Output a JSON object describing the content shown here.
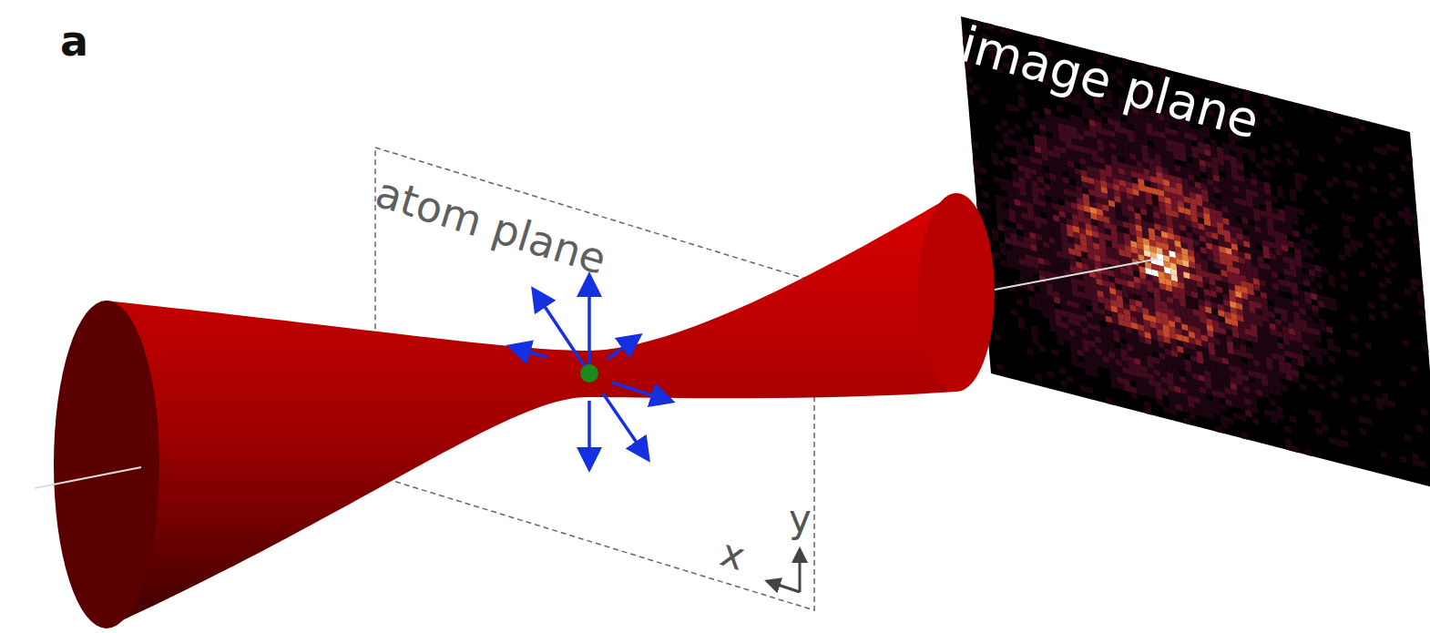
{
  "diagram": {
    "nodes": [
      {
        "text": [
          "atom plane"
        ]
      },
      {
        "text": [
          "image plane"
        ]
      }
    ],
    "labels": [
      "a",
      "x",
      "y"
    ]
  }
}
